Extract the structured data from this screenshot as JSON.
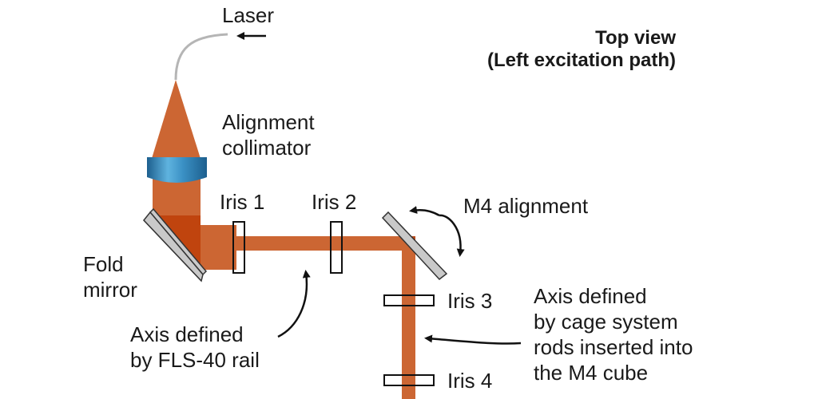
{
  "title": {
    "line1": "Top view",
    "line2": "(Left excitation path)"
  },
  "labels": {
    "laser": "Laser",
    "collimator_line1": "Alignment",
    "collimator_line2": "collimator",
    "iris1": "Iris 1",
    "iris2": "Iris 2",
    "iris3": "Iris 3",
    "iris4": "Iris 4",
    "m4_alignment": "M4 alignment",
    "fold_line1": "Fold",
    "fold_line2": "mirror",
    "rail_line1": "Axis defined",
    "rail_line2": "by FLS-40 rail",
    "cage_line1": "Axis defined",
    "cage_line2": "by cage system",
    "cage_line3": "rods inserted into",
    "cage_line4": "the M4 cube"
  },
  "colors": {
    "beam": "#cc6633",
    "beam_dark": "#c0440e",
    "lens": "#2e7fb0",
    "mirror": "#c9c9c9",
    "fiber": "#b5b5b5"
  }
}
